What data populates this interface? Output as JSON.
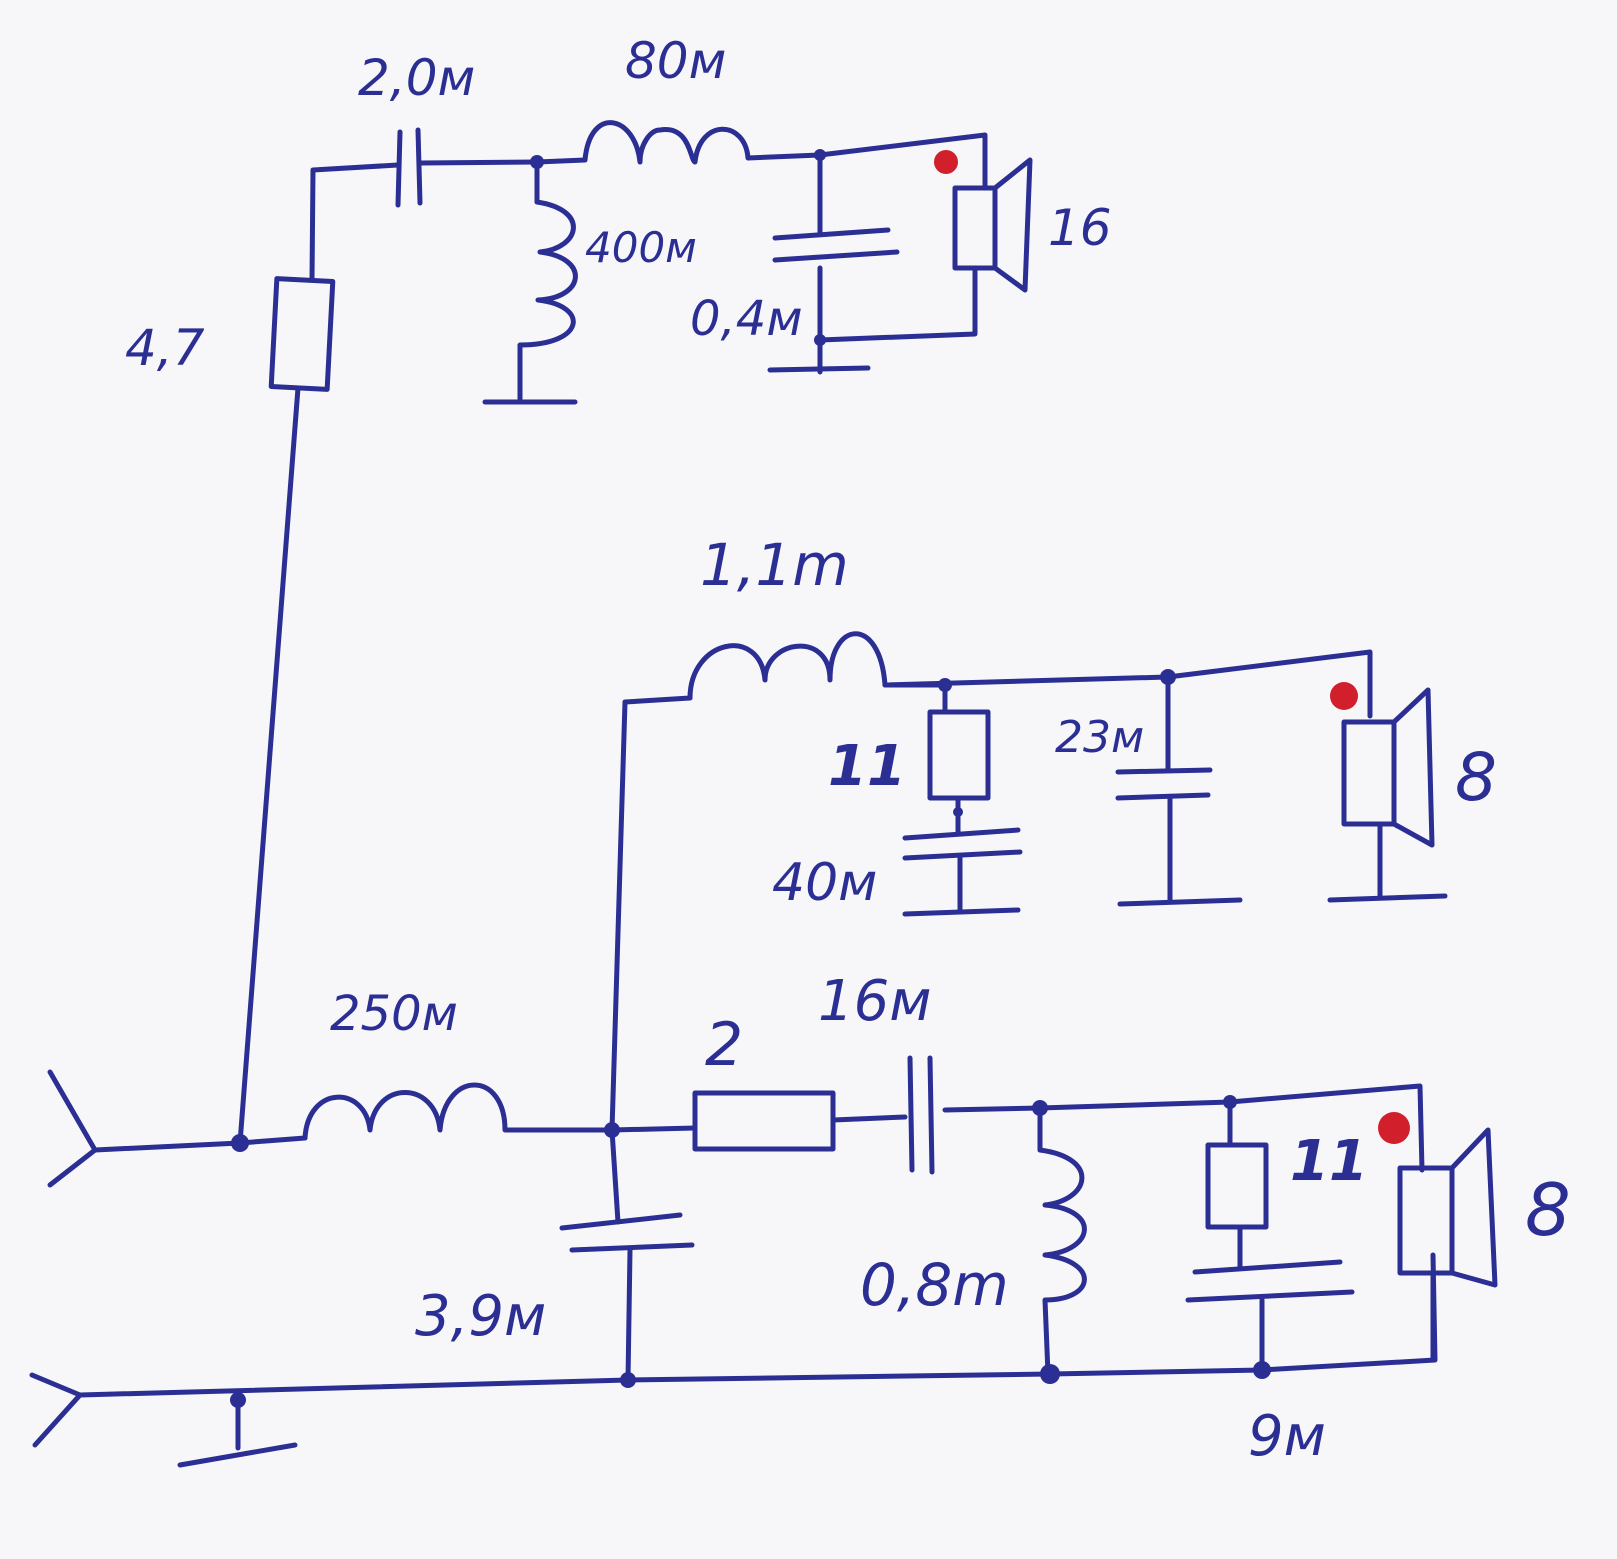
{
  "diagram": {
    "title": "",
    "kind": "three-way loudspeaker crossover schematic (hand drawn)",
    "colors": {
      "ink": "#2b2f94",
      "polarity_mark": "#d21f2c",
      "paper": "#f7f7f9"
    },
    "labels": {
      "c_tweeter_series": "2,0м",
      "l_tweeter_series": "80м",
      "l_tweeter_shunt": "400м",
      "c_tweeter_shunt": "0,4м",
      "r_tweeter_series": "4,7",
      "spk_tweeter": "16",
      "l_mid_series": "1,1m",
      "r_mid_zobel": "11",
      "c_mid_zobel": "40м",
      "c_mid_shunt": "23м",
      "spk_mid": "8",
      "l_woofer_series": "250м",
      "c_woofer_shunt": "3,9м",
      "r_bass_series": "2",
      "c_bass_series": "16м",
      "l_bass_shunt": "0,8m",
      "r_bass_zobel": "11",
      "c_bass_zobel": "9м",
      "spk_bass": "8"
    }
  }
}
